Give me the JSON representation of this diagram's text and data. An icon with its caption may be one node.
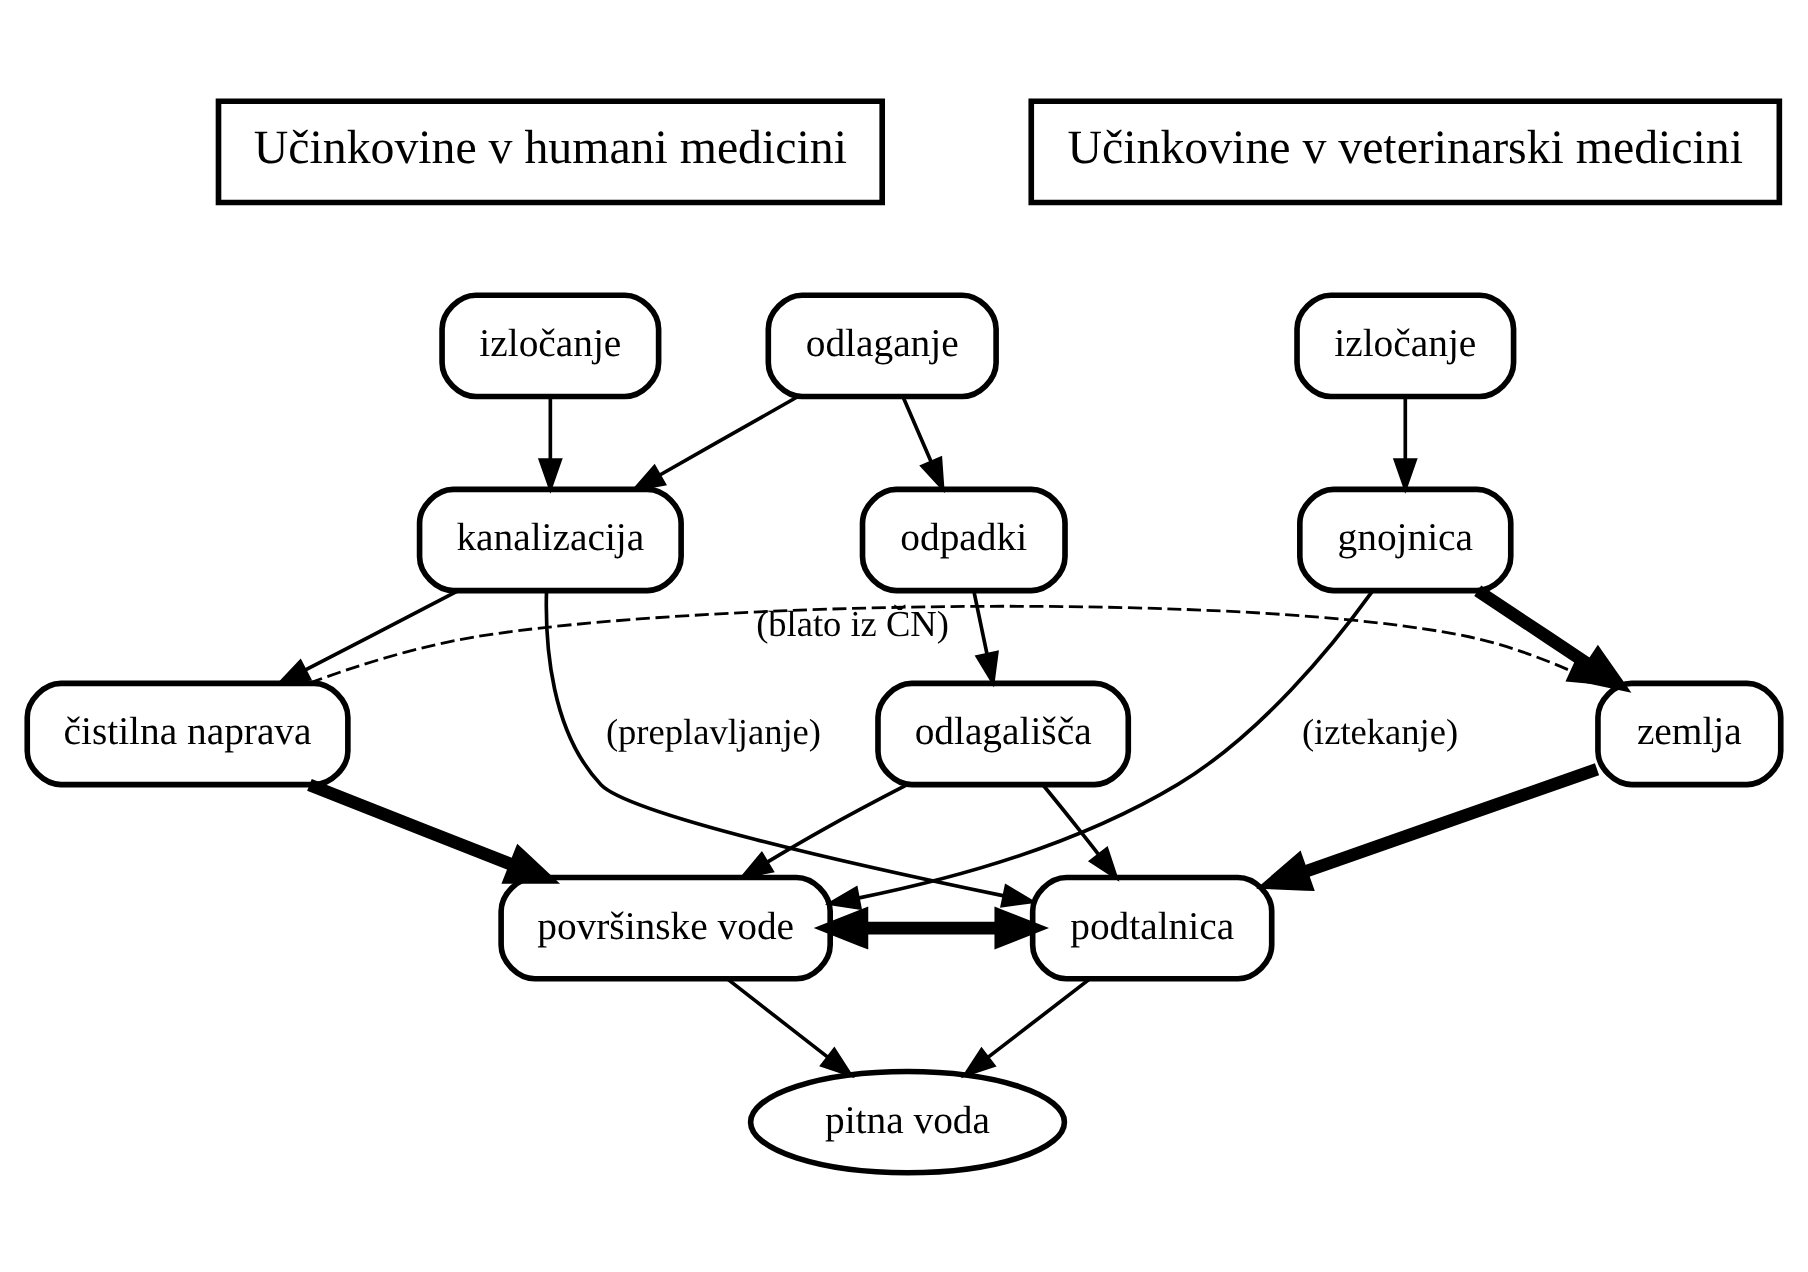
{
  "diagram": {
    "nodes": [
      {
        "text": [
          "Učinkovine v humani medicini"
        ]
      },
      {
        "text": [
          "Učinkovine v veterinarski medicini"
        ]
      },
      {
        "text": [
          "izločanje"
        ]
      },
      {
        "text": [
          "odlaganje"
        ]
      },
      {
        "text": [
          "izločanje"
        ]
      },
      {
        "text": [
          "kanalizacija"
        ]
      },
      {
        "text": [
          "odpadki"
        ]
      },
      {
        "text": [
          "gnojnica"
        ]
      },
      {
        "text": [
          "odlagališča"
        ]
      },
      {
        "text": [
          "čistilna naprava"
        ]
      },
      {
        "text": [
          "zemlja"
        ]
      },
      {
        "text": [
          "površinske vode"
        ]
      },
      {
        "text": [
          "podtalnica"
        ]
      },
      {
        "text": [
          "pitna voda"
        ]
      }
    ],
    "edges": [
      {
        "from": 2,
        "to": 5,
        "arrow": "to"
      },
      {
        "from": 3,
        "to": 5,
        "arrow": "to"
      },
      {
        "from": 3,
        "to": 6,
        "arrow": "to"
      },
      {
        "from": 4,
        "to": 7,
        "arrow": "to"
      },
      {
        "from": 5,
        "to": 9,
        "arrow": "to"
      },
      {
        "from": 6,
        "to": 8,
        "arrow": "to"
      },
      {
        "from": 7,
        "to": 10,
        "arrow": "to",
        "style": "thick"
      },
      {
        "from": 5,
        "to": 12,
        "label": "(preplavljanje)",
        "arrow": "to"
      },
      {
        "from": 7,
        "to": 11,
        "label": "(iztekanje)",
        "arrow": "to"
      },
      {
        "from": 9,
        "to": 10,
        "label": "(blato iz ČN)",
        "arrow": "to",
        "style": "dashed"
      },
      {
        "from": 8,
        "to": 11,
        "arrow": "to"
      },
      {
        "from": 8,
        "to": 12,
        "arrow": "to"
      },
      {
        "from": 9,
        "to": 11,
        "arrow": "to",
        "style": "thick"
      },
      {
        "from": 10,
        "to": 12,
        "arrow": "to",
        "style": "thick"
      },
      {
        "from": 11,
        "to": 12,
        "arrow": "both",
        "style": "thick"
      },
      {
        "from": 11,
        "to": 13,
        "arrow": "to"
      },
      {
        "from": 12,
        "to": 13,
        "arrow": "to"
      }
    ]
  }
}
